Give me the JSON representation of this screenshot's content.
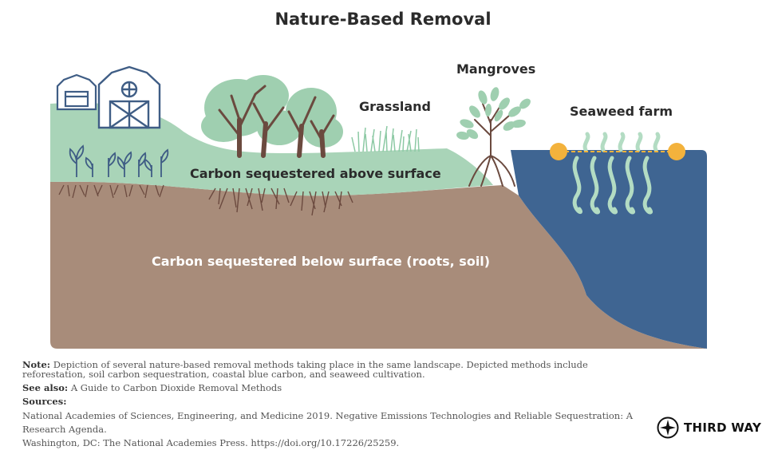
{
  "title": "Nature-Based Removal",
  "labels": {
    "mangroves": "Mangroves",
    "grassland": "Grassland",
    "seaweed": "Seaweed farm",
    "above": "Carbon sequestered above surface",
    "below": "Carbon sequestered below surface (roots, soil)"
  },
  "notes": {
    "note_label": "Note:",
    "note_text": "Depiction of several nature-based removal methods taking place in the same landscape. Depicted methods include reforestation, soil carbon sequestration, coastal blue carbon, and seaweed cultivation.",
    "see_also_label": "See also:",
    "see_also_text": "A Guide to Carbon Dioxide Removal Methods",
    "sources_label": "Sources:",
    "source_line1": "National Academies of Sciences, Engineering, and Medicine 2019. Negative Emissions Technologies and Reliable Sequestration: A Research Agenda.",
    "source_line2": "Washington, DC: The National Academies Press. https://doi.org/10.17226/25259."
  },
  "brand": {
    "name": "THIRD WAY"
  },
  "colors": {
    "green": "#a9d4b8",
    "soil": "#a88c7a",
    "water": "#3f6592",
    "tree_canopy": "#9fcfb0",
    "trunk": "#6b4a3f",
    "buoy": "#f3b23c",
    "seaweed": "#b3dcc3",
    "barn": "#3f5d85"
  }
}
